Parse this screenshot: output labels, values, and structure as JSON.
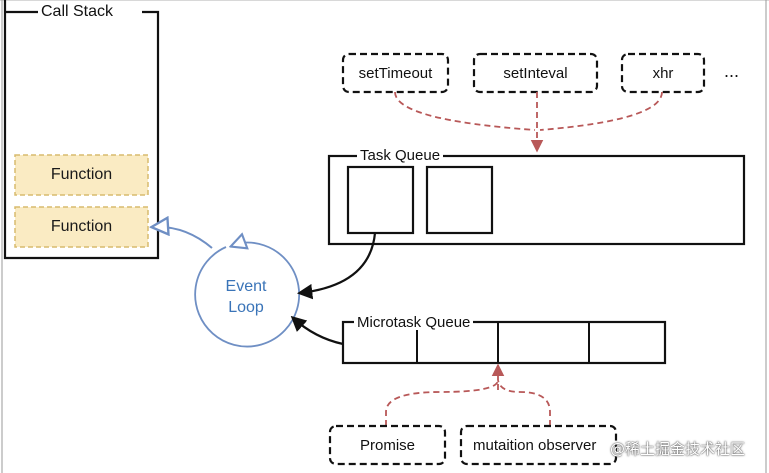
{
  "call_stack": {
    "title": "Call Stack",
    "frames": [
      "Function",
      "Function"
    ]
  },
  "event_loop": {
    "line1": "Event",
    "line2": "Loop",
    "color": "#3a74b8"
  },
  "sources": {
    "items": [
      "setTimeout",
      "setInteval",
      "xhr"
    ],
    "more": "..."
  },
  "task_queue": {
    "title": "Task Queue",
    "slots": 2
  },
  "microtask_queue": {
    "title": "Microtask Queue",
    "cells": 4
  },
  "micro_sources": {
    "items": [
      "Promise",
      "mutaition observer"
    ]
  },
  "colors": {
    "frame_fill": "#faebc3",
    "frame_border": "#d8bb6e",
    "dashed_arrow": "#c86464",
    "ink": "#111111"
  },
  "watermark": "@稀土掘金技术社区"
}
